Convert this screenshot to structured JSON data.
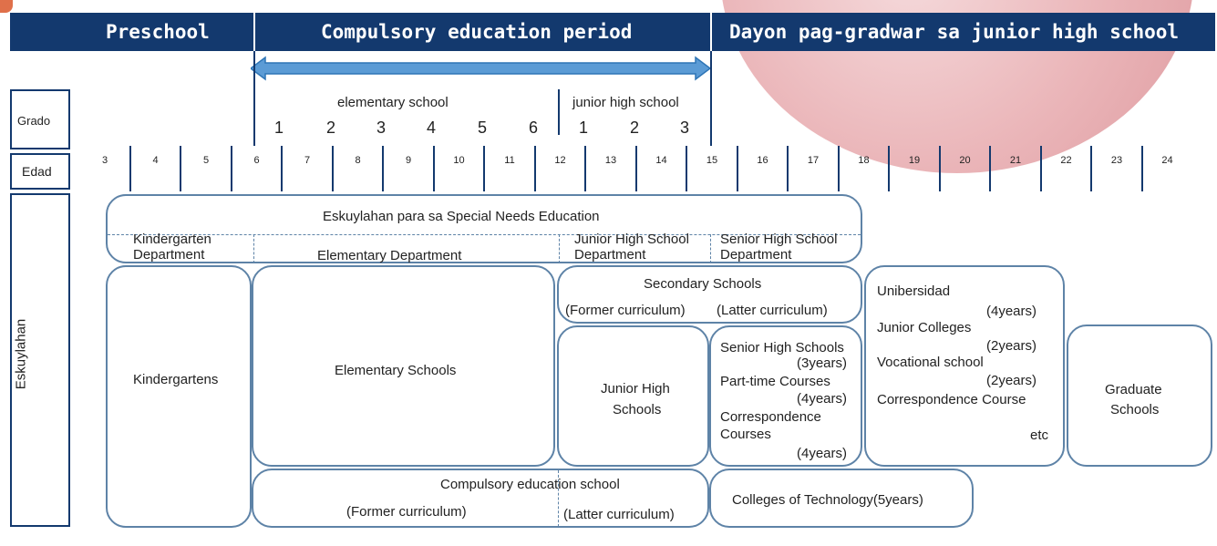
{
  "header": {
    "preschool": "Preschool",
    "compulsory": "Compulsory education period",
    "after_jhs": "Dayon pag-gradwar sa junior high school"
  },
  "row_labels": {
    "grado": "Grado",
    "edad": "Edad",
    "eskuylahan": "Eskuylahan"
  },
  "grades": {
    "elementary_label": "elementary school",
    "junior_high_label": "junior high school",
    "elementary": [
      "1",
      "2",
      "3",
      "4",
      "5",
      "6"
    ],
    "junior_high": [
      "1",
      "2",
      "3"
    ]
  },
  "ages": [
    "3",
    "4",
    "5",
    "6",
    "7",
    "8",
    "9",
    "10",
    "11",
    "12",
    "13",
    "14",
    "15",
    "16",
    "17",
    "18",
    "19",
    "20",
    "21",
    "22",
    "23",
    "24"
  ],
  "special_needs": {
    "title": "Eskuylahan para sa Special Needs Education",
    "kinder_dept": [
      "Kindergarten",
      "Department"
    ],
    "elem_dept": "Elementary Department",
    "jhs_dept": [
      "Junior High School",
      "Department"
    ],
    "shs_dept": [
      "Senior High School",
      "Department"
    ]
  },
  "schools": {
    "kindergartens": "Kindergartens",
    "elementary": "Elementary Schools",
    "secondary_title": "Secondary Schools",
    "secondary_former": "(Former curriculum)",
    "secondary_latter": "(Latter curriculum)",
    "junior_high": [
      "Junior High",
      "Schools"
    ],
    "senior_high": {
      "line1": "Senior High Schools",
      "line1_years": "(3years)",
      "line2": "Part-time  Courses",
      "line2_years": "(4years)",
      "line3a": "Correspondence",
      "line3b": "Courses",
      "line3_years": "(4years)"
    },
    "higher": {
      "univ": "Unibersidad",
      "univ_years": "(4years)",
      "jc": "Junior Colleges",
      "jc_years": "(2years)",
      "voc": "Vocational school",
      "voc_years": "(2years)",
      "corr": "Correspondence Course",
      "etc": "etc"
    },
    "graduate": [
      "Graduate",
      "Schools"
    ],
    "compulsory_school": "Compulsory education school",
    "comp_former": "(Former curriculum)",
    "comp_latter": "(Latter curriculum)",
    "tech": "Colleges of Technology(5years)"
  },
  "colors": {
    "header": "#13396e",
    "box_border": "#5e83a7",
    "arrow": "#5b9bd5",
    "decor": "#e7a9ad"
  }
}
